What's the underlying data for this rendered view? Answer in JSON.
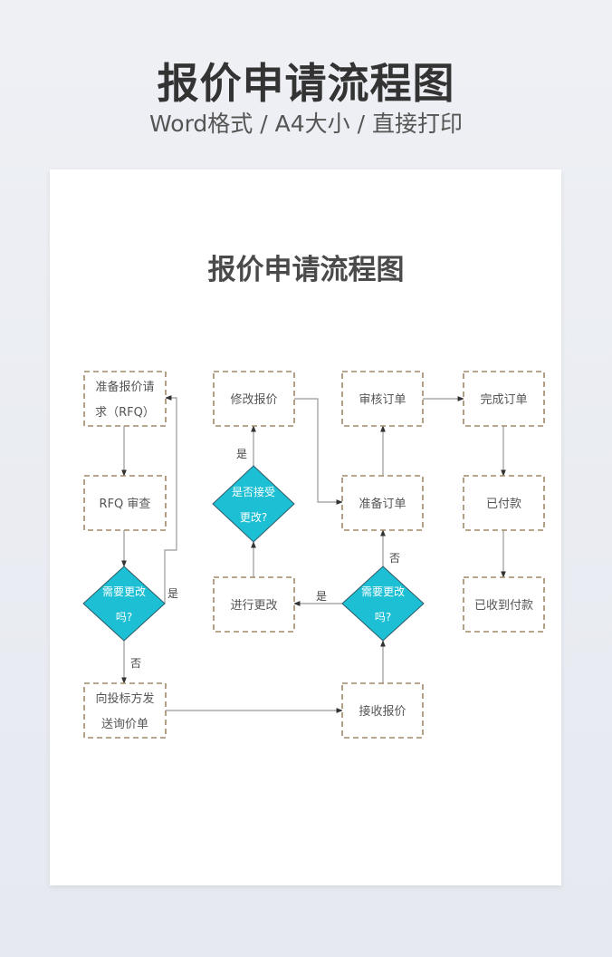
{
  "header": {
    "title": "报价申请流程图",
    "subtitle": "Word格式 / A4大小 / 直接打印"
  },
  "document": {
    "title": "报价申请流程图"
  },
  "colors": {
    "box_border": "#a08868",
    "diamond_fill": "#1cbfd4",
    "diamond_stroke": "#2e5a66",
    "edge": "#999999",
    "arrow": "#333333"
  },
  "flowchart": {
    "nodes": [
      {
        "id": "prepare_rfq",
        "shape": "process",
        "lines": [
          "准备报价请",
          "求（RFQ）"
        ]
      },
      {
        "id": "rfq_review",
        "shape": "process",
        "lines": [
          "RFQ 审查"
        ]
      },
      {
        "id": "need_change_1",
        "shape": "decision",
        "lines": [
          "需要更改",
          "吗?"
        ]
      },
      {
        "id": "send_inquiry",
        "shape": "process",
        "lines": [
          "向投标方发",
          "送询价单"
        ]
      },
      {
        "id": "modify_quote",
        "shape": "process",
        "lines": [
          "修改报价"
        ]
      },
      {
        "id": "accept_change",
        "shape": "decision",
        "lines": [
          "是否接受",
          "更改?"
        ]
      },
      {
        "id": "make_change",
        "shape": "process",
        "lines": [
          "进行更改"
        ]
      },
      {
        "id": "review_order",
        "shape": "process",
        "lines": [
          "审核订单"
        ]
      },
      {
        "id": "prepare_order",
        "shape": "process",
        "lines": [
          "准备订单"
        ]
      },
      {
        "id": "need_change_2",
        "shape": "decision",
        "lines": [
          "需要更改",
          "吗?"
        ]
      },
      {
        "id": "receive_quote",
        "shape": "process",
        "lines": [
          "接收报价"
        ]
      },
      {
        "id": "complete_order",
        "shape": "process",
        "lines": [
          "完成订单"
        ]
      },
      {
        "id": "paid",
        "shape": "process",
        "lines": [
          "已付款"
        ]
      },
      {
        "id": "payment_received",
        "shape": "process",
        "lines": [
          "已收到付款"
        ]
      }
    ],
    "edges": [
      {
        "from": "prepare_rfq",
        "to": "rfq_review",
        "label": ""
      },
      {
        "from": "rfq_review",
        "to": "need_change_1",
        "label": ""
      },
      {
        "from": "need_change_1",
        "to": "prepare_rfq",
        "label": "是"
      },
      {
        "from": "need_change_1",
        "to": "send_inquiry",
        "label": "否"
      },
      {
        "from": "send_inquiry",
        "to": "receive_quote",
        "label": ""
      },
      {
        "from": "receive_quote",
        "to": "need_change_2",
        "label": ""
      },
      {
        "from": "need_change_2",
        "to": "make_change",
        "label": "是"
      },
      {
        "from": "need_change_2",
        "to": "prepare_order",
        "label": "否"
      },
      {
        "from": "make_change",
        "to": "accept_change",
        "label": ""
      },
      {
        "from": "accept_change",
        "to": "modify_quote",
        "label": "是"
      },
      {
        "from": "modify_quote",
        "to": "prepare_order",
        "label": ""
      },
      {
        "from": "prepare_order",
        "to": "review_order",
        "label": ""
      },
      {
        "from": "review_order",
        "to": "complete_order",
        "label": ""
      },
      {
        "from": "complete_order",
        "to": "paid",
        "label": ""
      },
      {
        "from": "paid",
        "to": "payment_received",
        "label": ""
      }
    ]
  }
}
